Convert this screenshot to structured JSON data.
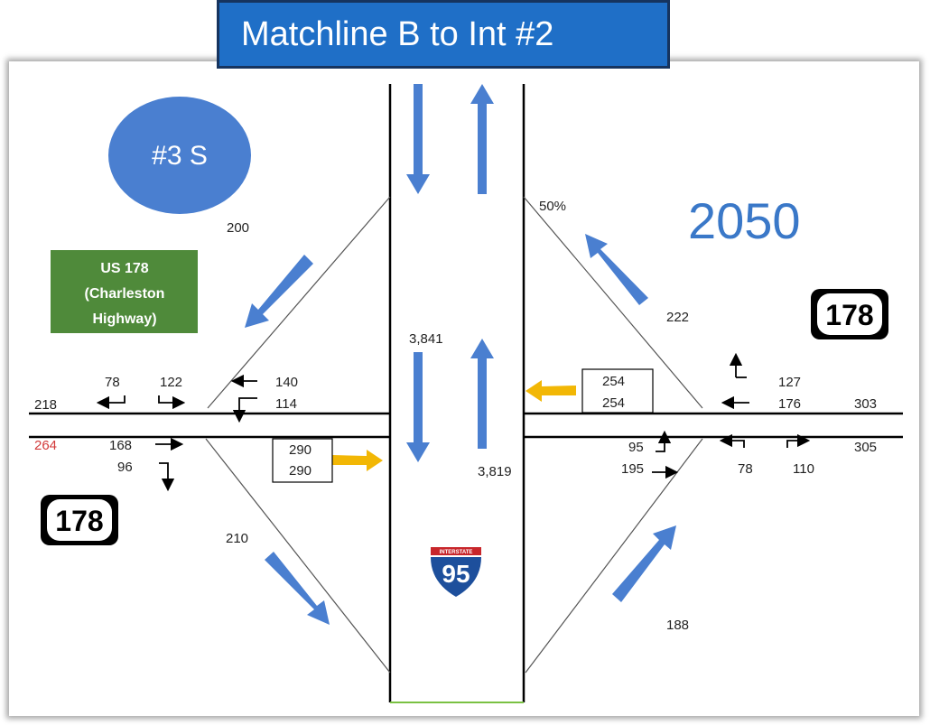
{
  "title": "Matchline B to Int #2",
  "site_label": "#3 S",
  "year": "2050",
  "road_name_lines": [
    "US 178",
    "(Charleston",
    "Highway)"
  ],
  "shield_left": "178",
  "shield_right": "178",
  "interstate": {
    "banner": "INTERSTATE",
    "number": "95"
  },
  "ramps": {
    "nw_ramp_volume": "200",
    "ne_ramp_volume": "222",
    "ne_ramp_percent": "50%",
    "sw_ramp_volume": "210",
    "se_ramp_volume": "188"
  },
  "mainline": {
    "southbound": "3,841",
    "northbound": "3,819"
  },
  "left_intersection": {
    "approach_wb_total": "218",
    "approach_eb_total": "264",
    "nb_left": "78",
    "nb_right": "122",
    "wb_thru": "140",
    "wb_left": "114",
    "eb_thru": "168",
    "eb_right": "96",
    "eb_flow_box": [
      "290",
      "290"
    ]
  },
  "right_intersection": {
    "wb_flow_box": [
      "254",
      "254"
    ],
    "sb_left": "127",
    "wb_thru": "176",
    "wb_total": "303",
    "eb_left": "95",
    "eb_thru": "195",
    "sb_right": "78",
    "sb_right2": "110",
    "eb_total": "305"
  },
  "colors": {
    "arrow_blue": "#4a7fd0",
    "arrow_yellow": "#f2b705",
    "title_blue": "#1f6fc7",
    "sign_green": "#4f8a3a",
    "interstate_blue": "#1d4f9c",
    "interstate_red": "#c8262b"
  }
}
